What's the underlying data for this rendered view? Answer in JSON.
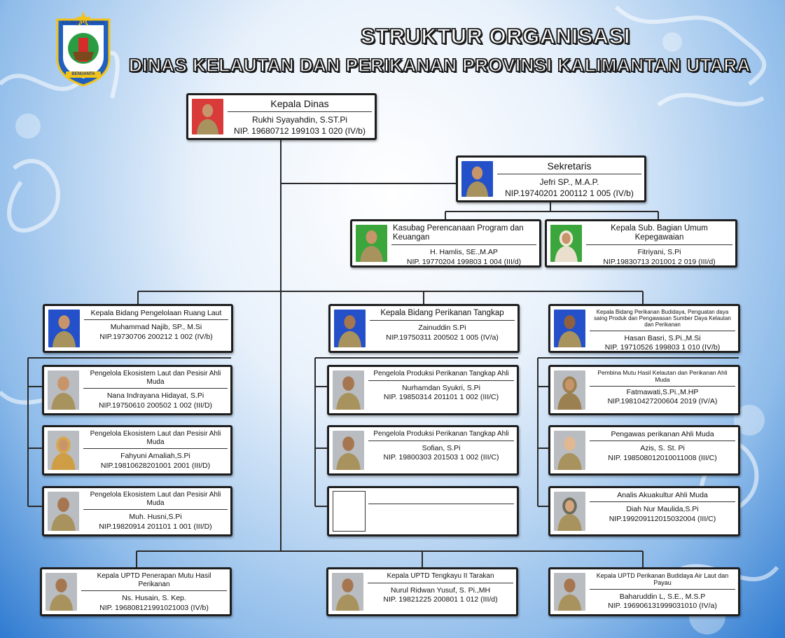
{
  "header": {
    "title_line1": "STRUKTUR ORGANISASI",
    "title_line2": "DINAS KELAUTAN DAN PERIKANAN PROVINSI KALIMANTAN UTARA",
    "logo_top_text": "KALIMANTAN UTARA",
    "logo_bottom_text": "BENUANTA"
  },
  "colors": {
    "card_border": "#1e1e1e",
    "bg_light": "#e8f1fb",
    "bg_dark": "#2f7bd1"
  },
  "cards": {
    "head": {
      "position": "Kepala Dinas",
      "name": "Rukhi Syayahdin, S.ST.Pi",
      "nip": "NIP. 19680712 199103 1 020 (IV/b)"
    },
    "sekretaris": {
      "position": "Sekretaris",
      "name": "Jefri SP., M.A.P.",
      "nip": "NIP.19740201 200112 1 005 (IV/b)"
    },
    "kasubag_program": {
      "position": "Kasubag Perencanaan Program dan Keuangan",
      "name": "H. Hamlis, SE.,M.AP",
      "nip": "NIP. 19770204 199803 1 004 (III/d)"
    },
    "kasubag_umum": {
      "position": "Kepala Sub. Bagian Umum Kepegawaian",
      "name": "Fitriyani, S.Pi",
      "nip": "NIP.19830713 201001 2 019 (III/d)"
    },
    "bidang_ruang_laut": {
      "position": "Kepala Bidang Pengelolaan Ruang Laut",
      "name": "Muhammad  Najib, SP., M.Si",
      "nip": "NIP.19730706 200212 1 002 (IV/b)"
    },
    "bidang_tangkap": {
      "position": "Kepala Bidang Perikanan Tangkap",
      "name": "Zainuddin S.Pi",
      "nip": "NIP.19750311 200502 1 005 (IV/a)"
    },
    "bidang_budidaya": {
      "position": "Kepala Bidang Perikanan Budidaya, Penguatan daya  saing Produk dan Pengawasan Sumber Daya Kelautan dan Perikanan",
      "name": "Hasan Basri, S.Pi.,M.Si",
      "nip": "NIP. 19710526 199803 1 010 (IV/b)"
    },
    "ruang_laut_1": {
      "position": "Pengelola Ekosistem Laut dan Pesisir Ahli Muda",
      "name": "Nana Indrayana Hidayat, S.Pi",
      "nip": "NIP.19750610 200502 1 002 (III/D)"
    },
    "ruang_laut_2": {
      "position": "Pengelola Ekosistem Laut dan Pesisir Ahli Muda",
      "name": "Fahyuni Amaliah,S.Pi",
      "nip": "NIP.19810628201001 2001 (III/D)"
    },
    "ruang_laut_3": {
      "position": "Pengelola Ekosistem Laut dan Pesisir Ahli Muda",
      "name": "Muh. Husni,S.Pi",
      "nip": "NIP.19820914 201101 1 001 (III/D)"
    },
    "tangkap_1": {
      "position": "Pengelola Produksi Perikanan Tangkap Ahli",
      "name": "Nurhamdan Syukri, S.Pi",
      "nip": "NIP. 19850314 201101 1 002 (III/C)"
    },
    "tangkap_2": {
      "position": "Pengelola Produksi Perikanan Tangkap Ahli",
      "name": "Sofian, S.Pi",
      "nip": "NIP. 19800303 201503 1 002 (III/C)"
    },
    "budidaya_1": {
      "position": "Pembina Mutu Hasil Kelautan dan Perikanan Ahli Muda",
      "name": "Fatmawati,S.Pi.,M.HP",
      "nip": "NIP.19810427200604 2019 (IV/A)"
    },
    "budidaya_2": {
      "position": "Pengawas perikanan Ahli Muda",
      "name": "Azis, S. St. Pi",
      "nip": "NIP. 198508012010011008 (III/C)"
    },
    "budidaya_3": {
      "position": "Analis Akuakultur Ahli Muda",
      "name": "Diah Nur Maulida,S.Pi",
      "nip": "NIP.199209112015032004 (III/C)"
    },
    "uptd_mutu": {
      "position": "Kepala UPTD Penerapan Mutu Hasil Perikanan",
      "name": "Ns. Husain, S. Kep.",
      "nip": "NIP. 196808121991021003 (IV/b)"
    },
    "uptd_tengkayu": {
      "position": "Kepala UPTD Tengkayu II Tarakan",
      "name": "Nurul Ridwan Yusuf, S. Pi.,MH",
      "nip": "NIP. 19821225 200801 1 012  (III/d)"
    },
    "uptd_budidaya": {
      "position": "Kepala UPTD Perikanan Budidaya Air Laut dan Payau",
      "name": "Baharuddin L, S.E., M.S.P",
      "nip": "NIP. 196906131999031010 (IV/a)"
    }
  }
}
